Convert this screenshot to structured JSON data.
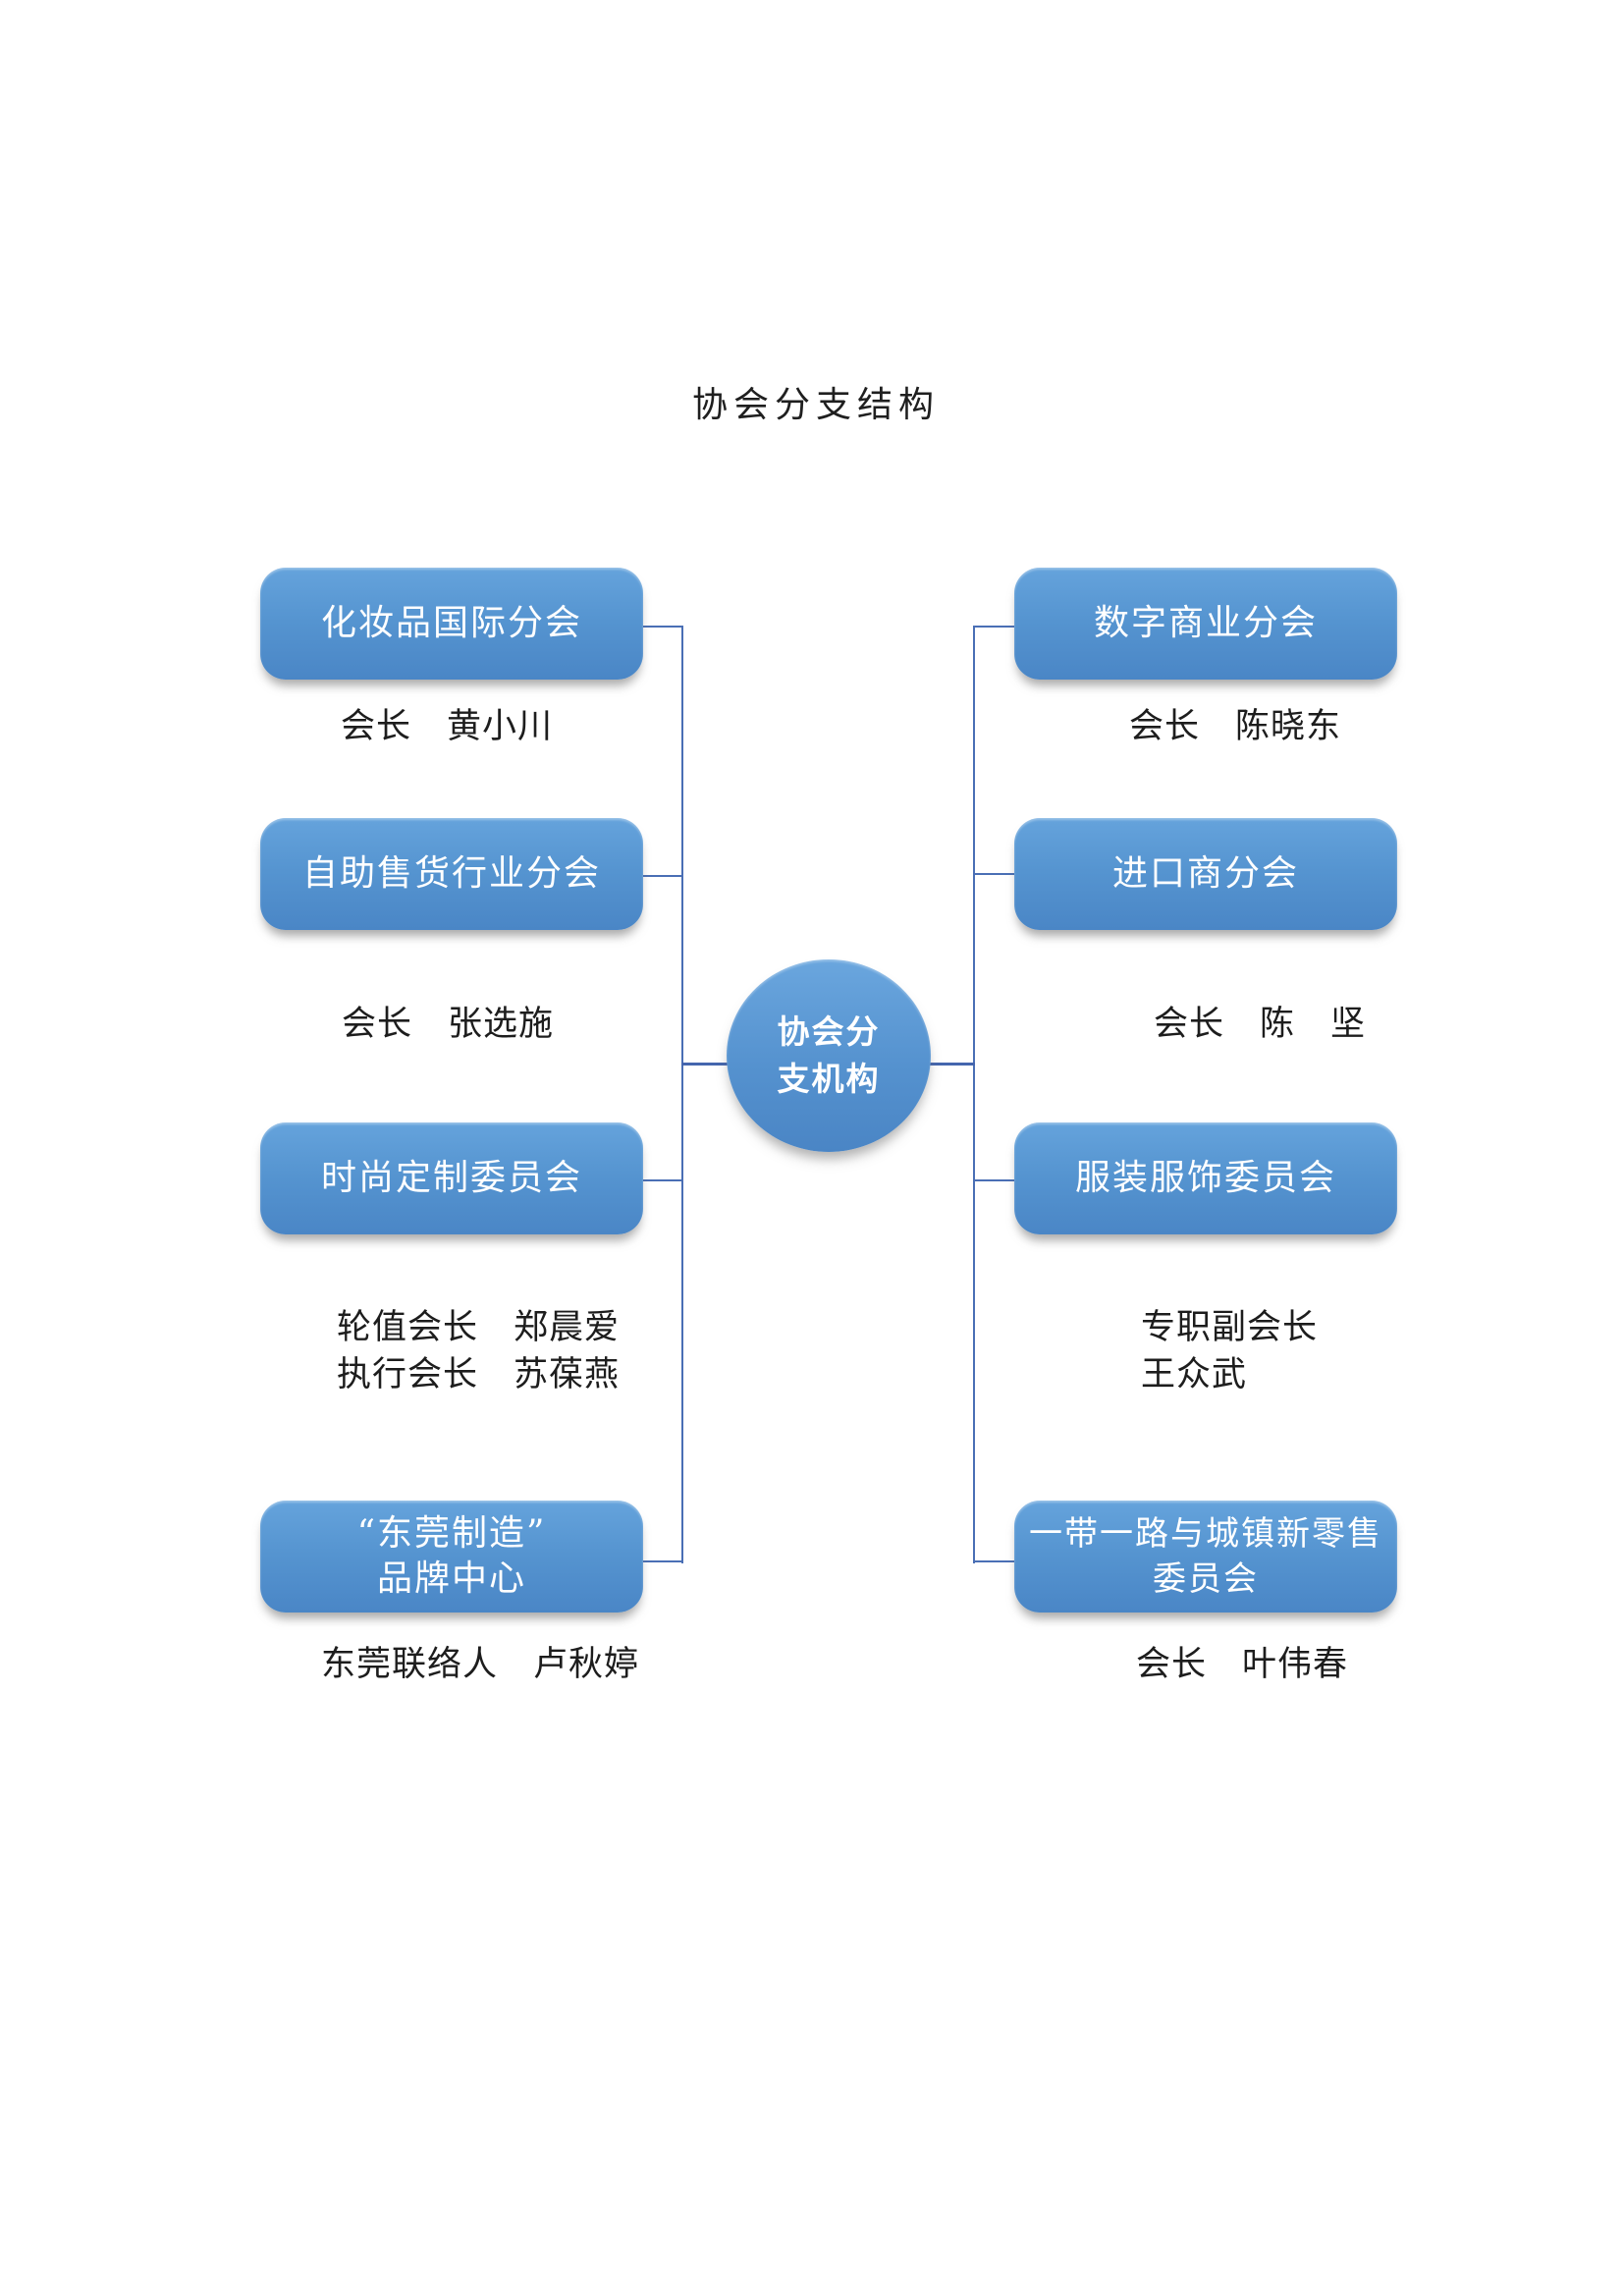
{
  "title": "协会分支结构",
  "hub": {
    "line1": "协会分",
    "line2": "支机构"
  },
  "left": [
    {
      "label": "化妆品国际分会",
      "caption": "会长　黄小川"
    },
    {
      "label": "自助售货行业分会",
      "caption": "会长　张选施"
    },
    {
      "label": "时尚定制委员会",
      "caption1": "轮值会长　郑晨爱",
      "caption2": "执行会长　苏葆燕"
    },
    {
      "label1": "“东莞制造”",
      "label2": "品牌中心",
      "caption": "东莞联络人　卢秋婷"
    }
  ],
  "right": [
    {
      "label": "数字商业分会",
      "caption": "会长　陈晓东"
    },
    {
      "label": "进口商分会",
      "caption": "会长　陈　坚"
    },
    {
      "label": "服装服饰委员会",
      "caption1": "专职副会长",
      "caption2": "王众武"
    },
    {
      "label1": "一带一路与城镇新零售",
      "label2": "委员会",
      "caption": "会长　叶伟春"
    }
  ],
  "colors": {
    "node_fill_top": "#65A3DC",
    "node_fill_bottom": "#4A86C6",
    "connector": "#4A6FB5",
    "node_text": "#FFFFFF",
    "caption_text": "#1D1D1D"
  }
}
